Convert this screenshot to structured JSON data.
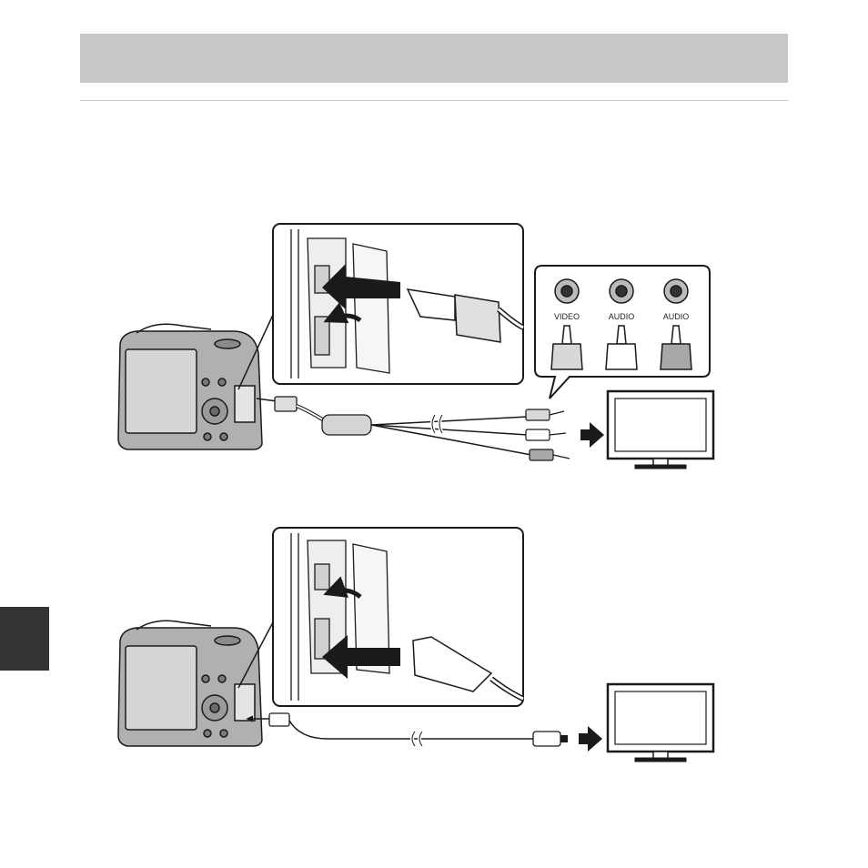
{
  "colors": {
    "header_bar": "#c8c8c8",
    "side_tab": "#333333",
    "line": "#1a1a1a"
  },
  "av_diagram": {
    "jack_labels": [
      "VIDEO",
      "AUDIO",
      "AUDIO"
    ],
    "plug_colors": [
      "#d8d8d8",
      "#ffffff",
      "#a8a8a8"
    ]
  }
}
